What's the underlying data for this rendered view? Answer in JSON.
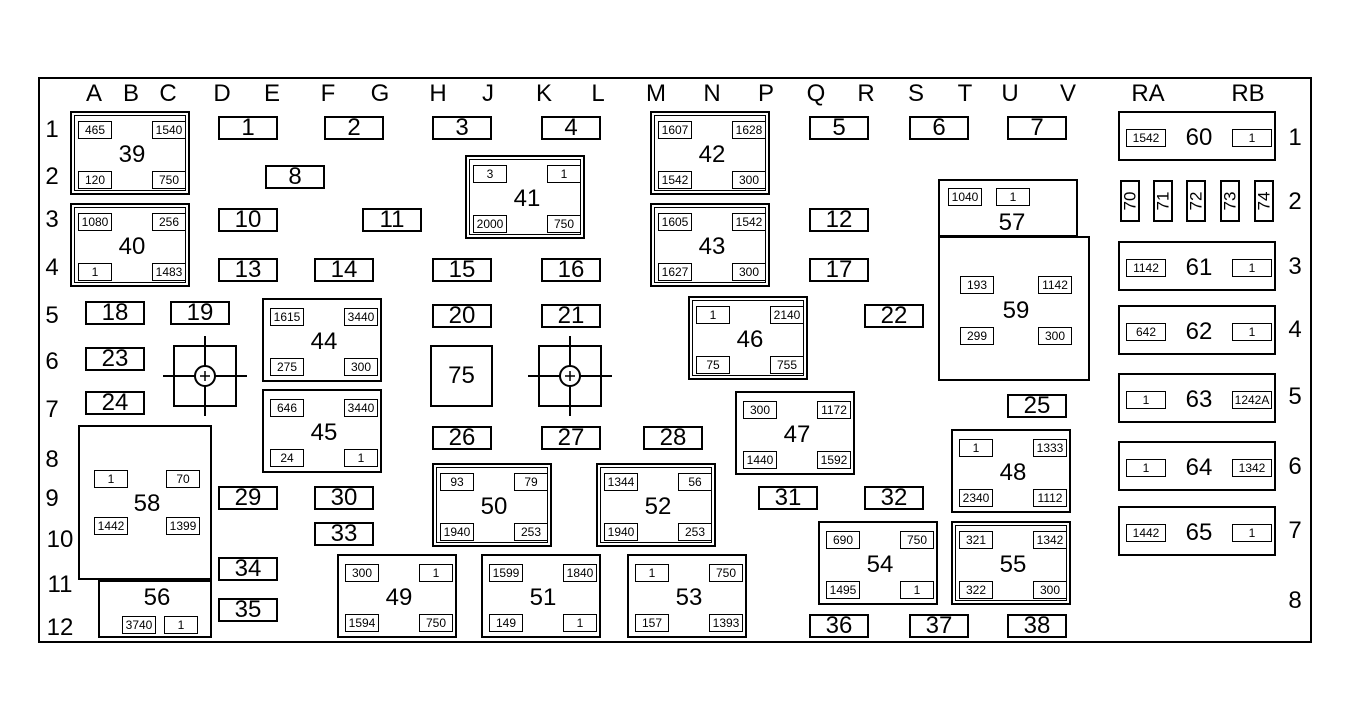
{
  "column_labels": [
    "A",
    "B",
    "C",
    "D",
    "E",
    "F",
    "G",
    "H",
    "J",
    "K",
    "L",
    "M",
    "N",
    "P",
    "Q",
    "R",
    "S",
    "T",
    "U",
    "V",
    "RA",
    "RB"
  ],
  "row_labels_left": [
    "1",
    "2",
    "3",
    "4",
    "5",
    "6",
    "7",
    "8",
    "9",
    "10",
    "11",
    "12"
  ],
  "row_labels_right": [
    "1",
    "2",
    "3",
    "4",
    "5",
    "6",
    "7",
    "8"
  ],
  "fuses": [
    "1",
    "2",
    "3",
    "4",
    "5",
    "6",
    "7",
    "8",
    "10",
    "11",
    "12",
    "13",
    "14",
    "15",
    "16",
    "17",
    "18",
    "19",
    "20",
    "21",
    "22",
    "23",
    "24",
    "25",
    "26",
    "27",
    "28",
    "29",
    "30",
    "31",
    "32",
    "33",
    "34",
    "35",
    "36",
    "37",
    "38"
  ],
  "mini_fuses": [
    "70",
    "71",
    "72",
    "73",
    "74"
  ],
  "center_block": "75",
  "relays": [
    {
      "id": "39",
      "pins": [
        "465",
        "1540",
        "120",
        "750"
      ]
    },
    {
      "id": "40",
      "pins": [
        "1080",
        "256",
        "1",
        "1483"
      ]
    },
    {
      "id": "41",
      "pins": [
        "3",
        "1",
        "2000",
        "750"
      ]
    },
    {
      "id": "42",
      "pins": [
        "1607",
        "1628",
        "1542",
        "300"
      ]
    },
    {
      "id": "43",
      "pins": [
        "1605",
        "1542",
        "1627",
        "300"
      ]
    },
    {
      "id": "44",
      "pins": [
        "1615",
        "3440",
        "275",
        "300"
      ]
    },
    {
      "id": "45",
      "pins": [
        "646",
        "3440",
        "24",
        "1"
      ]
    },
    {
      "id": "46",
      "pins": [
        "1",
        "2140",
        "75",
        "755"
      ]
    },
    {
      "id": "47",
      "pins": [
        "300",
        "1172",
        "1440",
        "1592"
      ]
    },
    {
      "id": "48",
      "pins": [
        "1",
        "1333",
        "2340",
        "1112"
      ]
    },
    {
      "id": "49",
      "pins": [
        "300",
        "1",
        "1594",
        "750"
      ]
    },
    {
      "id": "50",
      "pins": [
        "93",
        "79",
        "1940",
        "253"
      ]
    },
    {
      "id": "51",
      "pins": [
        "1599",
        "1840",
        "149",
        "1"
      ]
    },
    {
      "id": "52",
      "pins": [
        "1344",
        "56",
        "1940",
        "253"
      ]
    },
    {
      "id": "53",
      "pins": [
        "1",
        "750",
        "157",
        "1393"
      ]
    },
    {
      "id": "54",
      "pins": [
        "690",
        "750",
        "1495",
        "1"
      ]
    },
    {
      "id": "55",
      "pins": [
        "321",
        "1342",
        "322",
        "300"
      ]
    },
    {
      "id": "56",
      "pins": [
        "3740",
        "1"
      ]
    },
    {
      "id": "57",
      "pins": [
        "1040",
        "1"
      ]
    },
    {
      "id": "58",
      "pins": [
        "1",
        "70",
        "1442",
        "1399"
      ]
    },
    {
      "id": "59",
      "pins": [
        "193",
        "1142",
        "299",
        "300"
      ]
    },
    {
      "id": "60",
      "pins": [
        "1542",
        "1"
      ]
    },
    {
      "id": "61",
      "pins": [
        "1142",
        "1"
      ]
    },
    {
      "id": "62",
      "pins": [
        "642",
        "1"
      ]
    },
    {
      "id": "63",
      "pins": [
        "1",
        "1242A"
      ]
    },
    {
      "id": "64",
      "pins": [
        "1",
        "1342"
      ]
    },
    {
      "id": "65",
      "pins": [
        "1442",
        "1"
      ]
    }
  ]
}
